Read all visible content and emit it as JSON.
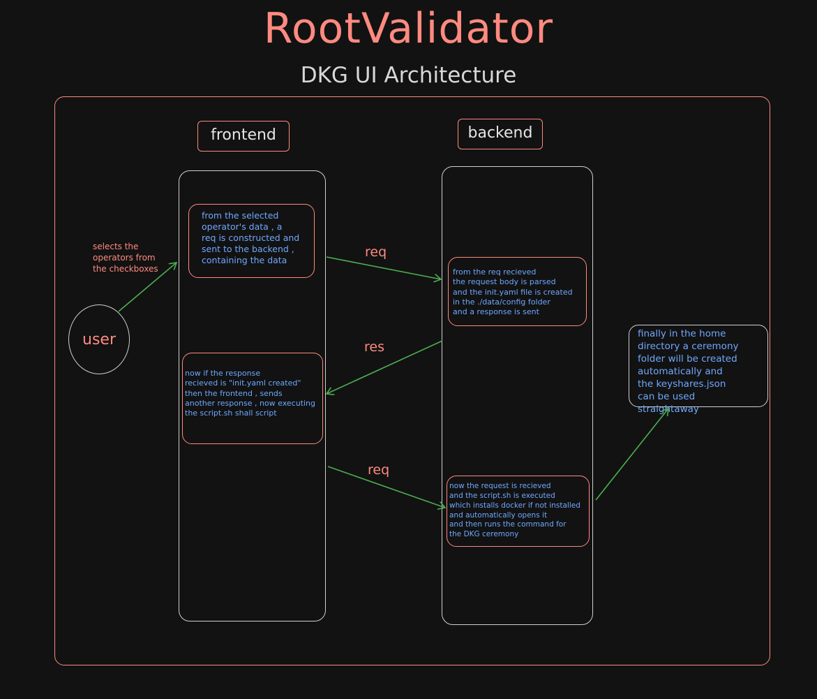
{
  "title": "RootValidator",
  "subtitle": "DKG UI Architecture",
  "columns": {
    "frontend": "frontend",
    "backend": "backend"
  },
  "user": "user",
  "user_note": "selects the\noperators from\nthe checkboxes",
  "boxes": {
    "frontend_request": "from the selected\noperator's data , a\nreq is constructed and\nsent to the backend ,\ncontaining the data",
    "backend_init": "from the req recieved\nthe request body is parsed\nand the init.yaml file is created\nin the ./data/config folder\nand a response is sent",
    "frontend_response": "now if the response\nrecieved is \"init.yaml created\"\nthen the frontend , sends\nanother response , now executing\nthe script.sh shall script",
    "backend_script": "now the request is recieved\nand the script.sh is executed\nwhich installs docker if not installed\nand automatically opens it\nand then runs the command for\nthe DKG ceremony",
    "result": "finally in the home\ndirectory a ceremony\nfolder will be created\nautomatically and\nthe keyshares.json\ncan be used straightaway"
  },
  "arrow_labels": {
    "req1": "req",
    "res": "res",
    "req2": "req"
  },
  "colors": {
    "background": "#121212",
    "accent": "#ff8a80",
    "text_blue": "#6fa8ff",
    "arrow_green": "#4caf50",
    "border_white": "#d0d0d0"
  }
}
